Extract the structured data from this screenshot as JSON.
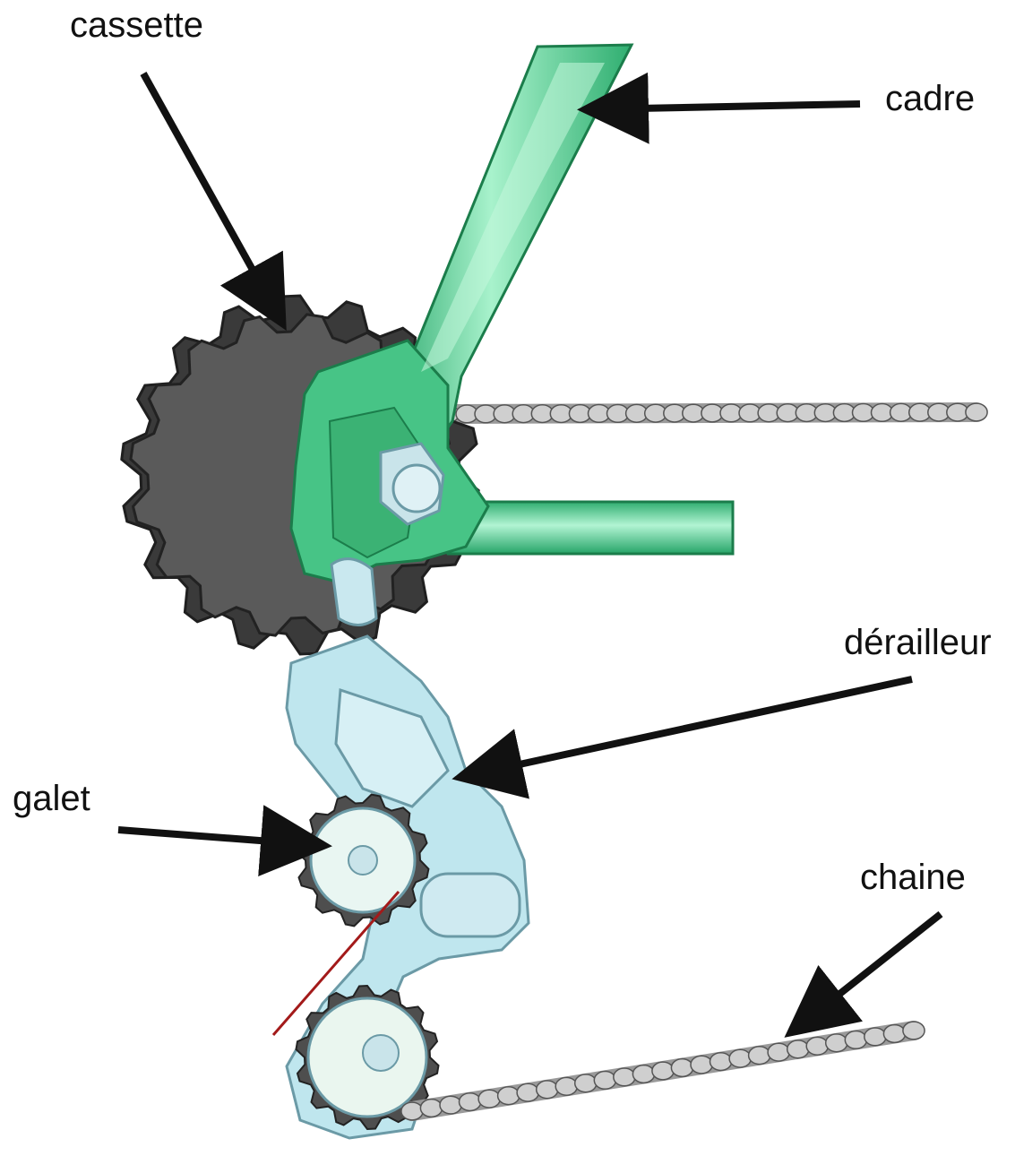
{
  "labels": {
    "cassette": "cassette",
    "cadre": "cadre",
    "derailleur": "dérailleur",
    "galet": "galet",
    "chaine": "chaine"
  },
  "colors": {
    "frame": "#3fbf7f",
    "frame_dark": "#1e8a54",
    "frame_light": "#9ff0c6",
    "cassette": "#555555",
    "cassette_dark": "#2e2e2e",
    "derailleur": "#bfe6ee",
    "derailleur_dark": "#6b9aa6",
    "chain": "#bfbfbf",
    "chain_dark": "#555555",
    "arrow": "#111111"
  }
}
